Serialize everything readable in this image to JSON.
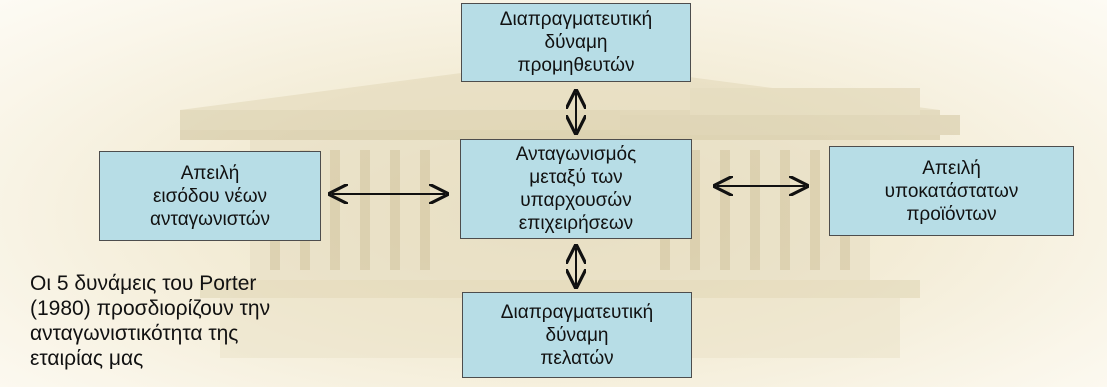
{
  "boxes": {
    "suppliers": "Διαπραγματευτική\nδύναμη\nπρομηθευτών",
    "new_entrants": "Απειλή\nεισόδου νέων\nανταγωνιστών",
    "rivalry": "Ανταγωνισμός\nμεταξύ των\nυπαρχουσών\nεπιχειρήσεων",
    "substitutes": "Απειλή\nυποκατάστατων\nπροϊόντων",
    "buyers": "Διαπραγματευτική\nδύναμη\nπελατών"
  },
  "caption": "Οι 5 δυνάμεις του Porter\n(1980) προσδιορίζουν την\nανταγωνιστικότητα της\nεταιρίας μας",
  "colors": {
    "box_fill": "#b7dde6",
    "box_border": "#4d4d4d",
    "arrow": "#111111"
  }
}
